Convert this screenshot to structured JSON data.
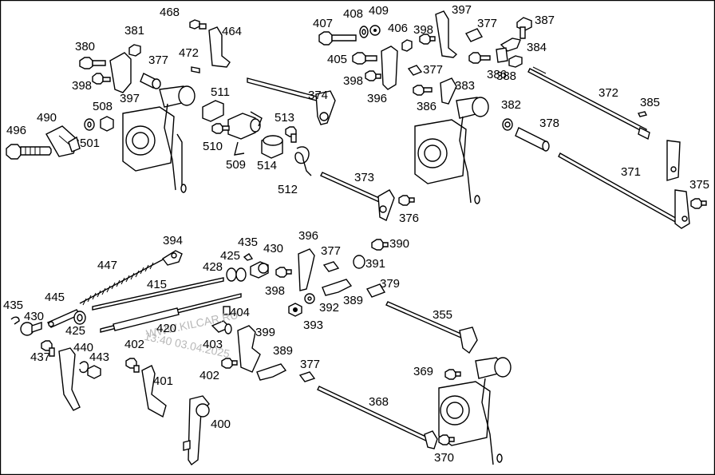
{
  "diagram": {
    "watermark": {
      "line1": "WWW.KILCAR.RU",
      "line2": "13:40 03.04.2025"
    },
    "part_labels": [
      {
        "id": "l468",
        "text": "468"
      },
      {
        "id": "l464",
        "text": "464"
      },
      {
        "id": "l380",
        "text": "380"
      },
      {
        "id": "l381",
        "text": "381"
      },
      {
        "id": "l377a",
        "text": "377"
      },
      {
        "id": "l472",
        "text": "472"
      },
      {
        "id": "l398a",
        "text": "398"
      },
      {
        "id": "l508",
        "text": "508"
      },
      {
        "id": "l397a",
        "text": "397"
      },
      {
        "id": "l490",
        "text": "490"
      },
      {
        "id": "l496",
        "text": "496"
      },
      {
        "id": "l501",
        "text": "501"
      },
      {
        "id": "l511",
        "text": "511"
      },
      {
        "id": "l374",
        "text": "374"
      },
      {
        "id": "l513",
        "text": "513"
      },
      {
        "id": "l510",
        "text": "510"
      },
      {
        "id": "l509",
        "text": "509"
      },
      {
        "id": "l514",
        "text": "514"
      },
      {
        "id": "l512",
        "text": "512"
      },
      {
        "id": "l407",
        "text": "407"
      },
      {
        "id": "l408",
        "text": "408"
      },
      {
        "id": "l409",
        "text": "409"
      },
      {
        "id": "l406",
        "text": "406"
      },
      {
        "id": "l397b",
        "text": "397"
      },
      {
        "id": "l398b",
        "text": "398"
      },
      {
        "id": "l377b",
        "text": "377"
      },
      {
        "id": "l387",
        "text": "387"
      },
      {
        "id": "l405",
        "text": "405"
      },
      {
        "id": "l384",
        "text": "384"
      },
      {
        "id": "l398c",
        "text": "398"
      },
      {
        "id": "l377c",
        "text": "377"
      },
      {
        "id": "l386a",
        "text": "386"
      },
      {
        "id": "l388",
        "text": "388"
      },
      {
        "id": "l396a",
        "text": "396"
      },
      {
        "id": "l383",
        "text": "383"
      },
      {
        "id": "l386b",
        "text": "386"
      },
      {
        "id": "l372",
        "text": "372"
      },
      {
        "id": "l382",
        "text": "382"
      },
      {
        "id": "l385",
        "text": "385"
      },
      {
        "id": "l378",
        "text": "378"
      },
      {
        "id": "l373",
        "text": "373"
      },
      {
        "id": "l376",
        "text": "376"
      },
      {
        "id": "l371",
        "text": "371"
      },
      {
        "id": "l375",
        "text": "375"
      },
      {
        "id": "l394",
        "text": "394"
      },
      {
        "id": "l435a",
        "text": "435"
      },
      {
        "id": "l430a",
        "text": "430"
      },
      {
        "id": "l396b",
        "text": "396"
      },
      {
        "id": "l390",
        "text": "390"
      },
      {
        "id": "l447",
        "text": "447"
      },
      {
        "id": "l428",
        "text": "428"
      },
      {
        "id": "l425a",
        "text": "425"
      },
      {
        "id": "l377d",
        "text": "377"
      },
      {
        "id": "l391",
        "text": "391"
      },
      {
        "id": "l415",
        "text": "415"
      },
      {
        "id": "l398d",
        "text": "398"
      },
      {
        "id": "l379",
        "text": "379"
      },
      {
        "id": "l389a",
        "text": "389"
      },
      {
        "id": "l392",
        "text": "392"
      },
      {
        "id": "l445",
        "text": "445"
      },
      {
        "id": "l404",
        "text": "404"
      },
      {
        "id": "l393",
        "text": "393"
      },
      {
        "id": "l355",
        "text": "355"
      },
      {
        "id": "l435b",
        "text": "435"
      },
      {
        "id": "l430b",
        "text": "430"
      },
      {
        "id": "l425b",
        "text": "425"
      },
      {
        "id": "l420",
        "text": "420"
      },
      {
        "id": "l399",
        "text": "399"
      },
      {
        "id": "l403",
        "text": "403"
      },
      {
        "id": "l402a",
        "text": "402"
      },
      {
        "id": "l440",
        "text": "440"
      },
      {
        "id": "l437",
        "text": "437"
      },
      {
        "id": "l443",
        "text": "443"
      },
      {
        "id": "l389b",
        "text": "389"
      },
      {
        "id": "l377e",
        "text": "377"
      },
      {
        "id": "l369",
        "text": "369"
      },
      {
        "id": "l402b",
        "text": "402"
      },
      {
        "id": "l401",
        "text": "401"
      },
      {
        "id": "l368",
        "text": "368"
      },
      {
        "id": "l400",
        "text": "400"
      },
      {
        "id": "l370",
        "text": "370"
      }
    ]
  }
}
